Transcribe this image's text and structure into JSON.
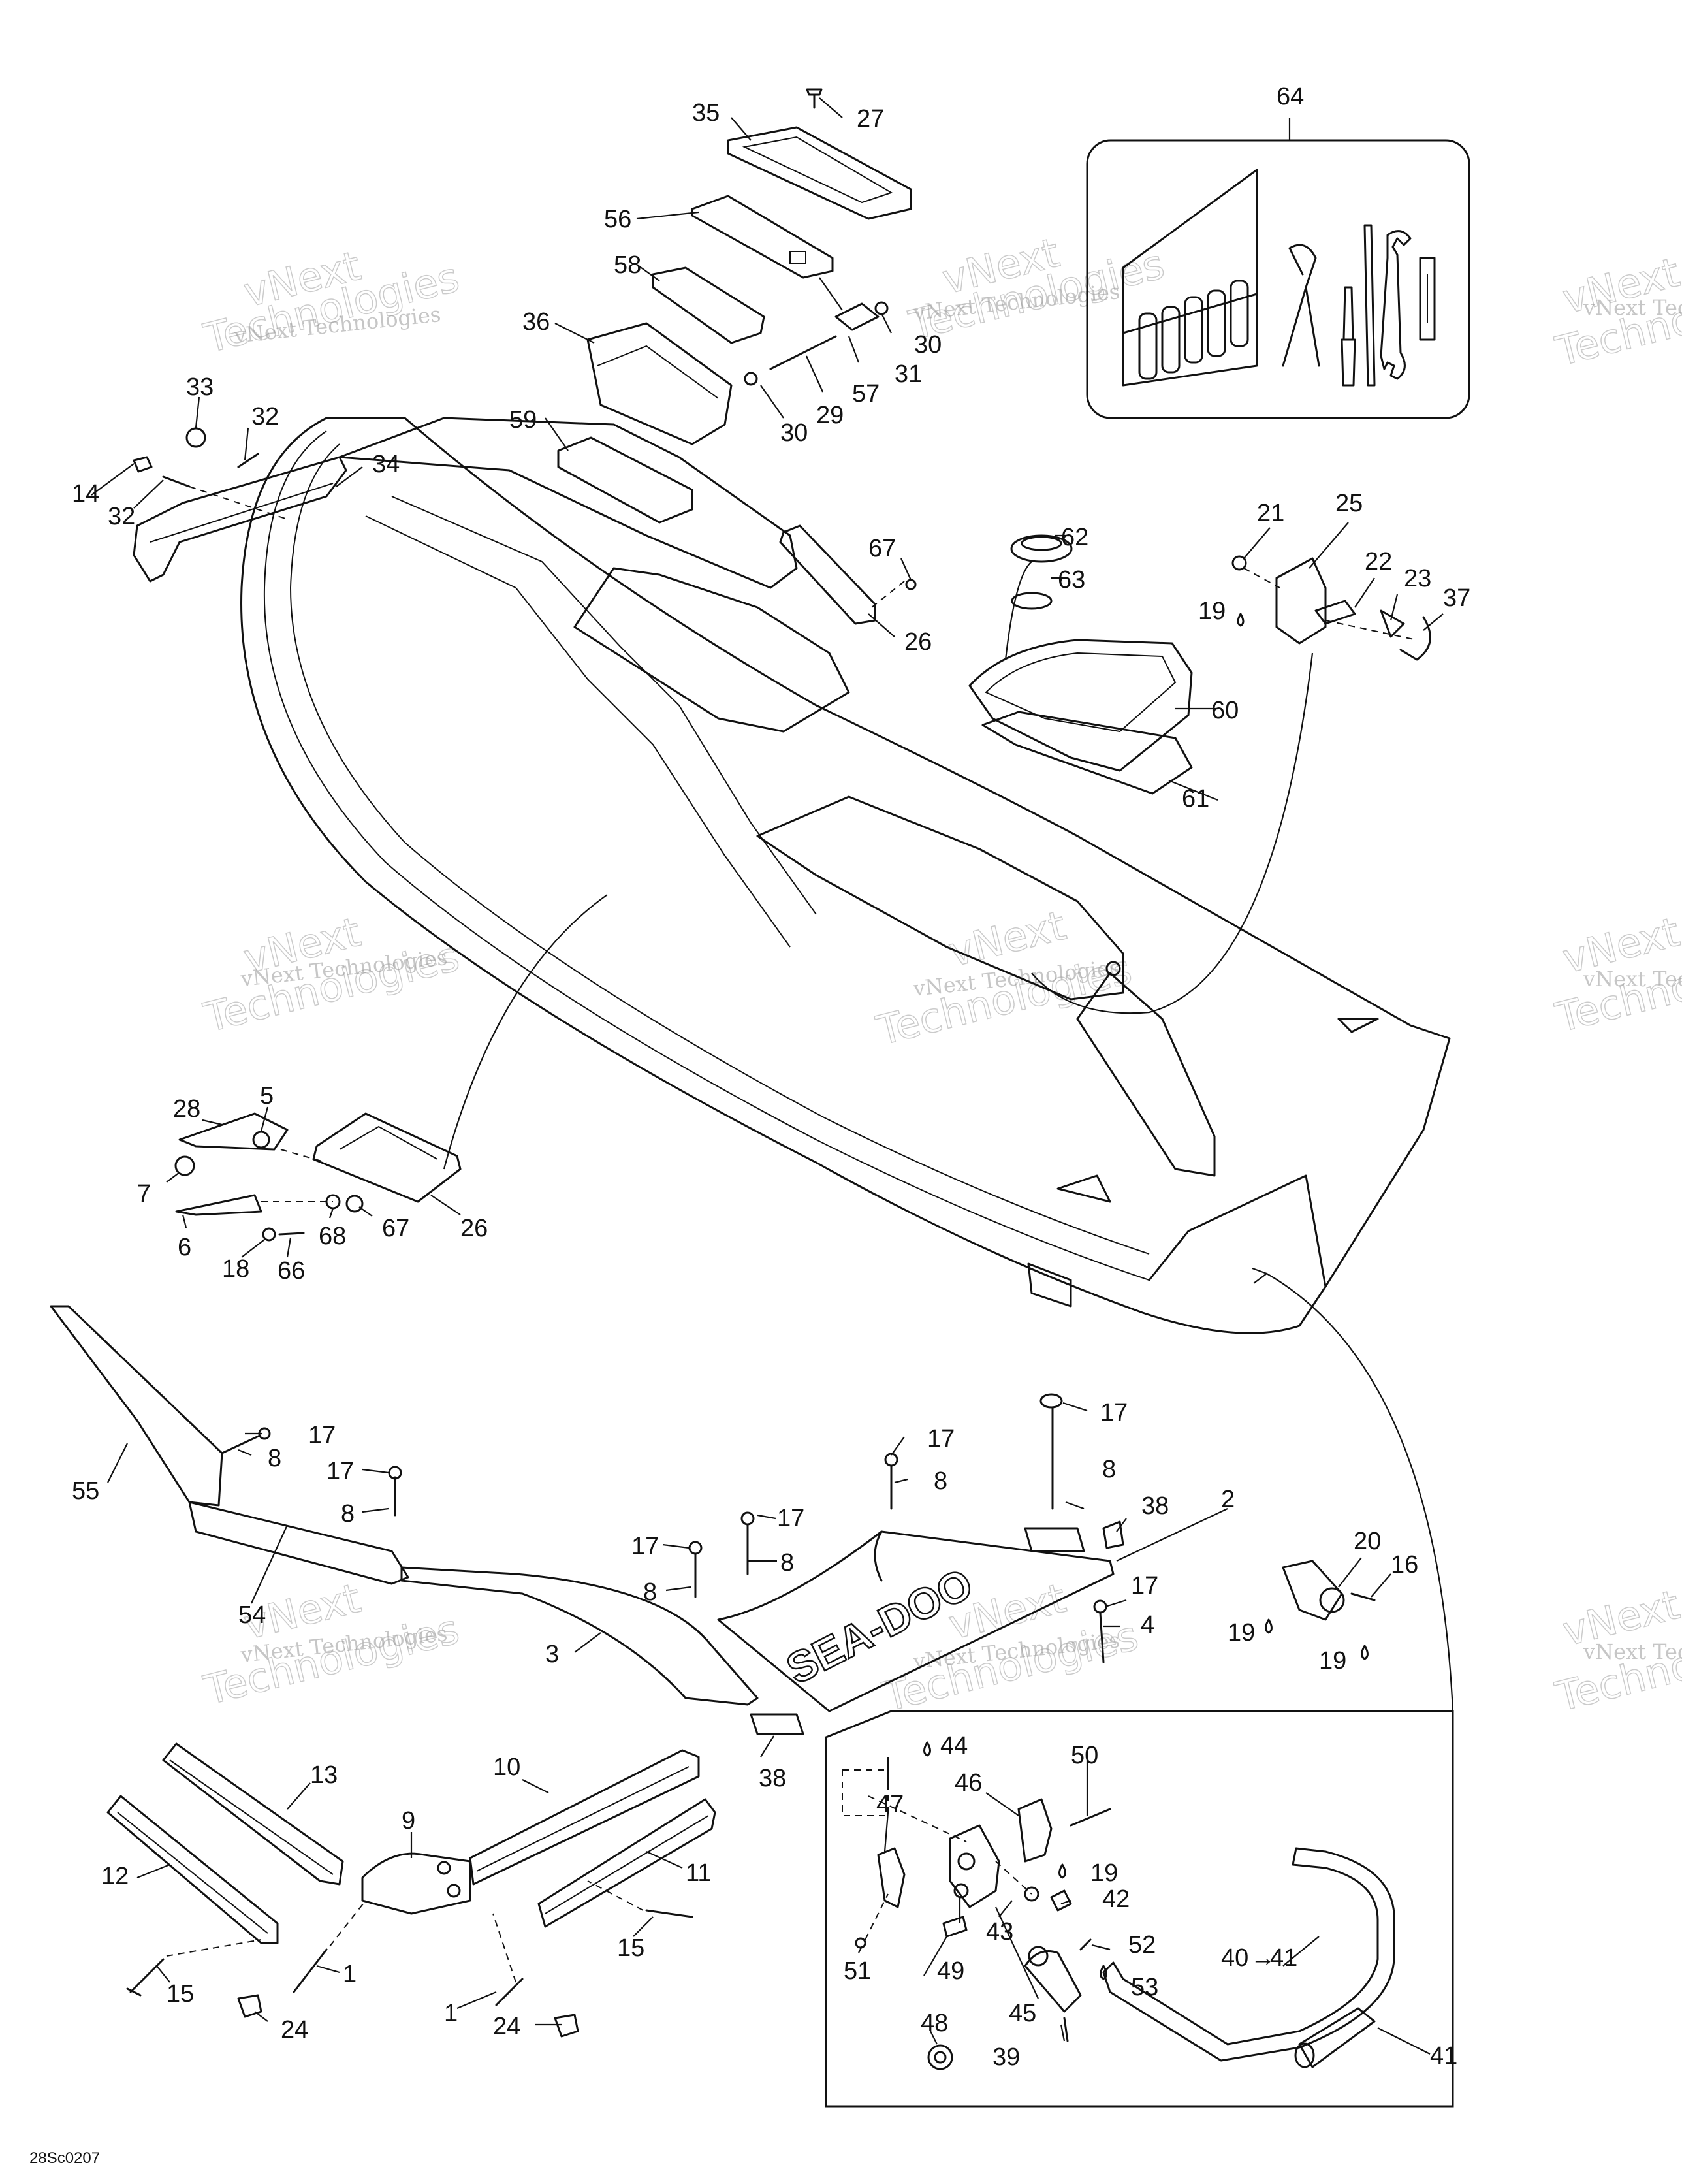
{
  "drawing_code": "28Sc0207",
  "brand_decal": "SEA-DOO",
  "watermark": {
    "small": "vNext Technologies",
    "big_1": "vNext",
    "big_2": "Technologies"
  },
  "callouts": {
    "c1a": "1",
    "c1b": "1",
    "c2": "2",
    "c3": "3",
    "c4": "4",
    "c5": "5",
    "c6": "6",
    "c7": "7",
    "c8a": "8",
    "c8b": "8",
    "c8c": "8",
    "c8d": "8",
    "c8e": "8",
    "c8f": "8",
    "c9": "9",
    "c10": "10",
    "c11": "11",
    "c12": "12",
    "c13": "13",
    "c14": "14",
    "c15a": "15",
    "c15b": "15",
    "c16": "16",
    "c17a": "17",
    "c17b": "17",
    "c17c": "17",
    "c17d": "17",
    "c17e": "17",
    "c17f": "17",
    "c17g": "17",
    "c18": "18",
    "c19a": "19",
    "c19b": "19",
    "c19c": "19",
    "c19d": "19",
    "c20": "20",
    "c21": "21",
    "c22": "22",
    "c23": "23",
    "c24a": "24",
    "c24b": "24",
    "c25": "25",
    "c26a": "26",
    "c26b": "26",
    "c27": "27",
    "c28": "28",
    "c29": "29",
    "c30a": "30",
    "c30b": "30",
    "c31": "31",
    "c32a": "32",
    "c32b": "32",
    "c33": "33",
    "c34": "34",
    "c35": "35",
    "c36": "36",
    "c37": "37",
    "c38a": "38",
    "c38b": "38",
    "c39": "39",
    "c40": "40",
    "c41a": "41",
    "c41b": "41",
    "c42": "42",
    "c43": "43",
    "c44": "44",
    "c45": "45",
    "c46": "46",
    "c47": "47",
    "c48": "48",
    "c49": "49",
    "c50": "50",
    "c51": "51",
    "c52": "52",
    "c53": "53",
    "c54": "54",
    "c55": "55",
    "c56": "56",
    "c57": "57",
    "c58": "58",
    "c59": "59",
    "c60": "60",
    "c61": "61",
    "c62": "62",
    "c63": "63",
    "c64": "64",
    "c66": "66",
    "c67a": "67",
    "c67b": "67",
    "c68": "68"
  }
}
